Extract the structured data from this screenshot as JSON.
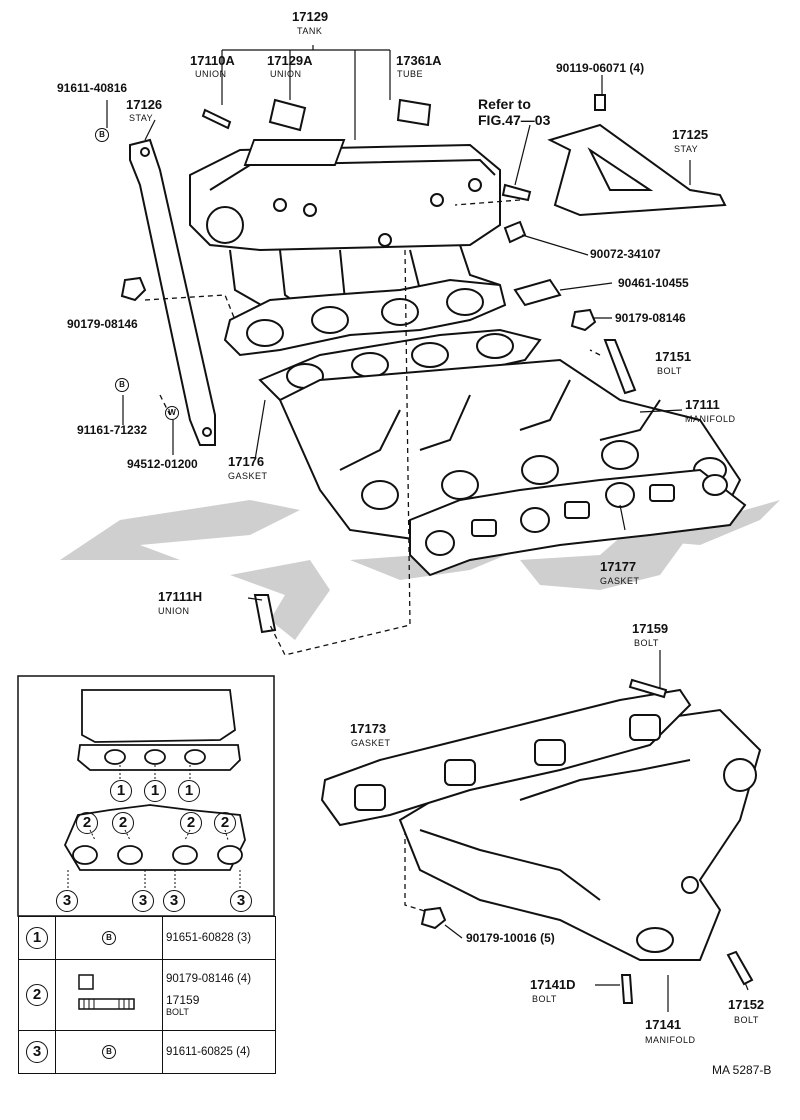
{
  "parts": {
    "p17129": {
      "num": "17129",
      "name": "TANK"
    },
    "p17110A": {
      "num": "17110A",
      "name": "UNION"
    },
    "p17129A": {
      "num": "17129A",
      "name": "UNION"
    },
    "p17361A": {
      "num": "17361A",
      "name": "TUBE"
    },
    "p91611_40816": {
      "num": "91611-40816"
    },
    "p17126": {
      "num": "17126",
      "name": "STAY"
    },
    "p90119": {
      "num": "90119-06071 (4)"
    },
    "refer": {
      "line1": "Refer to",
      "line2": "FIG.47—03"
    },
    "p17125": {
      "num": "17125",
      "name": "STAY"
    },
    "p90072": {
      "num": "90072-34107"
    },
    "p90461": {
      "num": "90461-10455"
    },
    "p90179a": {
      "num": "90179-08146"
    },
    "p90179b": {
      "num": "90179-08146"
    },
    "p17151": {
      "num": "17151",
      "name": "BOLT"
    },
    "p17111": {
      "num": "17111",
      "name": "MANIFOLD"
    },
    "p91161": {
      "num": "91161-71232"
    },
    "p94512": {
      "num": "94512-01200"
    },
    "p17176": {
      "num": "17176",
      "name": "GASKET"
    },
    "p17177": {
      "num": "17177",
      "name": "GASKET"
    },
    "p17111H": {
      "num": "17111H",
      "name": "UNION"
    },
    "p17159": {
      "num": "17159",
      "name": "BOLT"
    },
    "p17173": {
      "num": "17173",
      "name": "GASKET"
    },
    "p90179c": {
      "num": "90179-10016 (5)"
    },
    "p17141D": {
      "num": "17141D",
      "name": "BOLT"
    },
    "p17141": {
      "num": "17141",
      "name": "MANIFOLD"
    },
    "p17152": {
      "num": "17152",
      "name": "BOLT"
    }
  },
  "markers": {
    "b": "B",
    "w": "W",
    "one": "1",
    "two": "2",
    "three": "3"
  },
  "legend": {
    "rows": [
      {
        "key": "1",
        "part": "91651-60828 (3)"
      },
      {
        "key": "2",
        "part": "90179-08146 (4)",
        "part2": "17159",
        "part2_name": "BOLT"
      },
      {
        "key": "3",
        "part": "91611-60825 (4)"
      }
    ]
  },
  "code": "MA  5287-B"
}
